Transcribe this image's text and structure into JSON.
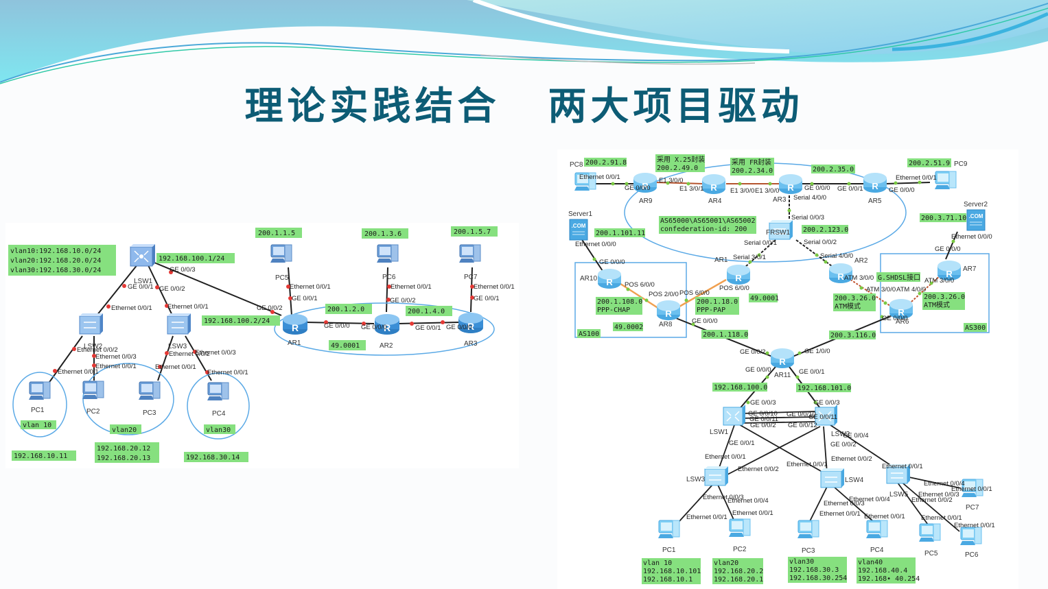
{
  "slide": {
    "title_left": "理论实践结合",
    "title_right": "两大项目驱动",
    "colors": {
      "title": "#0d5c75",
      "label_bg": "#86e07f",
      "ring": "#5aa9e6",
      "port_dot_left": "#e53935",
      "port_dot_right": "#7ac943"
    }
  },
  "left_topology": {
    "vlan_summary": [
      "vlan10:192.168.10.0/24",
      "vlan20:192.168.20.0/24",
      "vlan30:192.168.30.0/24"
    ],
    "lsw1": {
      "name": "LSW1",
      "ip": "192.168.100.1/24",
      "ports": [
        "GE 0/0/1",
        "GE 0/0/2",
        "GE 0/0/3"
      ]
    },
    "lsw2": {
      "name": "LSW2",
      "ports": [
        "Ethernet 0/0/1",
        "Ethernet 0/0/2",
        "Ethernet 0/0/3"
      ]
    },
    "lsw3": {
      "name": "LSW3",
      "ports": [
        "Ethernet 0/0/1",
        "Ethernet 0/0/2",
        "Ethernet 0/0/3"
      ]
    },
    "pcs": [
      {
        "name": "PC1",
        "port": "Ethernet 0/0/1",
        "vlan": "vlan 10"
      },
      {
        "name": "PC2",
        "port": "Ethernet 0/0/1"
      },
      {
        "name": "PC3",
        "port": "Ethernet 0/0/1"
      },
      {
        "name": "PC4",
        "port": "Ethernet 0/0/1",
        "vlan": "vlan30"
      }
    ],
    "vlan20_label": "vlan20",
    "ip_pc1": "192.168.10.11",
    "ip_pc23": [
      "192.168.20.12",
      "192.168.20.13"
    ],
    "ip_pc4": "192.168.30.14",
    "ar1": {
      "name": "AR1",
      "ip": "192.168.100.2/24",
      "ports": [
        "GE 0/0/2",
        "GE 0/0/1",
        "GE 0/0/0"
      ]
    },
    "ar2": {
      "name": "AR2",
      "ports": [
        "GE 0/0/0",
        "GE 0/0/2",
        "GE 0/0/1"
      ]
    },
    "ar3": {
      "name": "AR3",
      "ports": [
        "GE 0/0/0",
        "GE 0/0/1"
      ]
    },
    "pc5": {
      "name": "PC5",
      "ip": "200.1.1.5",
      "port": "Ethernet 0/0/1"
    },
    "pc6": {
      "name": "PC6",
      "ip": "200.1.3.6",
      "port": "Ethernet 0/0/1"
    },
    "pc7": {
      "name": "PC7",
      "ip": "200.1.5.7",
      "port": "Ethernet 0/0/1"
    },
    "net_ar1_ar2": "200.1.2.0",
    "net_ar2_ar3": "200.1.4.0",
    "area": "49.0001"
  },
  "right_topology": {
    "pc8": {
      "name": "PC8",
      "ip": "200.2.91.8",
      "port": "Ethernet 0/0/1"
    },
    "pc9": {
      "name": "PC9",
      "ip": "200.2.51.9",
      "port": "Ethernet 0/0/1"
    },
    "x25": {
      "title": "采用 X.25封装",
      "net": "200.2.49.0"
    },
    "fr": {
      "title": "采用 FR封装",
      "net": "200.2.34.0"
    },
    "net_ar3_ar5": "200.2.35.0",
    "confed": [
      "AS65000\\AS65001\\AS65002",
      "confederation-id: 200"
    ],
    "server1": {
      "name": "Server1",
      "ip": "200.1.101.11",
      "port": "Ethernet 0/0/0"
    },
    "server2": {
      "name": "Server2",
      "ip": "200.3.71.10",
      "port": "Ethernet 0/0/0"
    },
    "frsw": {
      "name": "FRSW1",
      "net": "200.2.123.0",
      "ports": [
        "Serial 0/0/3",
        "Serial 0/0/1",
        "Serial 0/0/2"
      ]
    },
    "routers": [
      "AR9",
      "AR4",
      "AR3",
      "AR5",
      "AR1",
      "AR2",
      "AR10",
      "AR8",
      "AR6",
      "AR7",
      "AR11"
    ],
    "ports": {
      "ar9_ge": "GE 0/0/0",
      "ar9_e1": "E1 3/0/0",
      "ar4_e1a": "E1 3/0/1",
      "ar4_e1b": "E1 3/0/0",
      "ar3_e1": "E1 3/0/0",
      "ar3_ge0": "GE 0/0/0",
      "ar3_ser": "Serial 4/0/0",
      "ar5_ge1": "GE 0/0/1",
      "ar5_ge0": "GE 0/0/0",
      "ar1_ser": "Serial 3/0/1",
      "ar1_pos": "POS 6/0/0",
      "ar2_ser": "Serial 4/0/0",
      "ar2_atm": "ATM 3/0/0",
      "ar10_ge": "GE 0/0/0",
      "ar10_pos": "POS 6/0/0",
      "ar8_pos2": "POS 2/0/0",
      "ar8_pos6": "POS 6/0/0",
      "ar8_ge": "GE 0/0/0",
      "ar6_atm3": "ATM 3/0/0",
      "ar6_atm4": "ATM 4/0/0",
      "ar6_ge": "GE 0/0/0",
      "ar7_atm": "ATM 3/0/0",
      "ar7_ge": "GE 0/0/0",
      "ar11_ge2": "GE 0/0/2",
      "ar11_ge10": "GE 1/0/0",
      "ar11_ge0": "GE 0/0/0",
      "ar11_ge1": "GE 0/0/1"
    },
    "as100": {
      "name": "AS100",
      "net": "200.1.108.0",
      "auth": "PPP-CHAP",
      "area": "49.0002"
    },
    "pap": {
      "net": "200.1.18.0",
      "auth": "PPP-PAP"
    },
    "area_core": "49.0001",
    "as300": "AS300",
    "shdsl": "G.SHDSL接口",
    "atm_left": [
      "200.3.26.0",
      "ATM模式"
    ],
    "atm_right": [
      "200.3.26.0",
      "ATM模式"
    ],
    "net_ar8_ar11": "200.1.118.0",
    "net_ar6_ar11": "200.3.116.0",
    "net_lsw1": "192.168.100.0",
    "net_lsw2": "192.168.101.0",
    "lsw1": {
      "name": "LSW1",
      "ports": [
        "GE 0/0/3",
        "GE 0/0/10",
        "GE 0/0/11",
        "GE 0/0/12",
        "GE 0/0/2",
        "GE 0/0/1"
      ]
    },
    "lsw2": {
      "name": "LSW2",
      "ports": [
        "GE 0/0/3",
        "GE 0/0/10",
        "GE 0/0/11",
        "GE 0/0/12",
        "GE 0/0/2",
        "GE 0/0/4"
      ]
    },
    "lsw3": {
      "name": "LSW3"
    },
    "lsw4": {
      "name": "LSW4"
    },
    "lsw5": {
      "name": "LSW5"
    },
    "eth": "Ethernet 0/0/1",
    "eth2": "Ethernet 0/0/2",
    "eth3": "Ethernet 0/0/3",
    "eth4": "Ethernet 0/0/4",
    "pcs": [
      {
        "name": "PC1",
        "info": [
          "vlan 10",
          "192.168.10.101",
          "192.168.10.1"
        ]
      },
      {
        "name": "PC2",
        "info": [
          "vlan20",
          "192.168.20.2",
          "192.168.20.1"
        ]
      },
      {
        "name": "PC3",
        "info": [
          "vlan30",
          "192.168.30.3",
          "192.168.30.254"
        ]
      },
      {
        "name": "PC4",
        "info": [
          "vlan40",
          "192.168.40.4",
          "192.168• 40.254"
        ]
      },
      {
        "name": "PC5"
      },
      {
        "name": "PC6"
      },
      {
        "name": "PC7"
      }
    ]
  }
}
